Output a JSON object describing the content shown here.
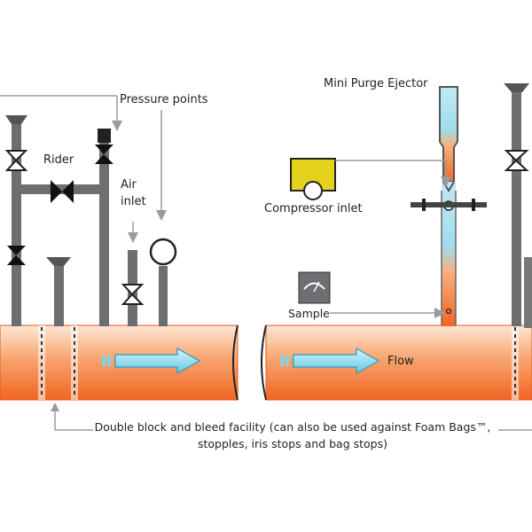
{
  "labels": {
    "pressure_points": "Pressure points",
    "rider": "Rider",
    "air_inlet_line1": "Air",
    "air_inlet_line2": "inlet",
    "mini_purge_ejector": "Mini Purge Ejector",
    "compressor_inlet": "Compressor inlet",
    "sample": "Sample",
    "flow": "Flow",
    "caption_line1": "Double block and bleed facility (can also be used against Foam Bags™,",
    "caption_line2": "stopples, iris stops and bag stops)"
  },
  "colors": {
    "pipe_orange": "#f26522",
    "pipe_light": "#fde0cc",
    "pipe_gray": "#6d6e71",
    "valve_black": "#111111",
    "arrow_cyan": "#7fd6ea",
    "compressor_yellow": "#e5d21c",
    "leader_gray": "#9a9a9a"
  }
}
